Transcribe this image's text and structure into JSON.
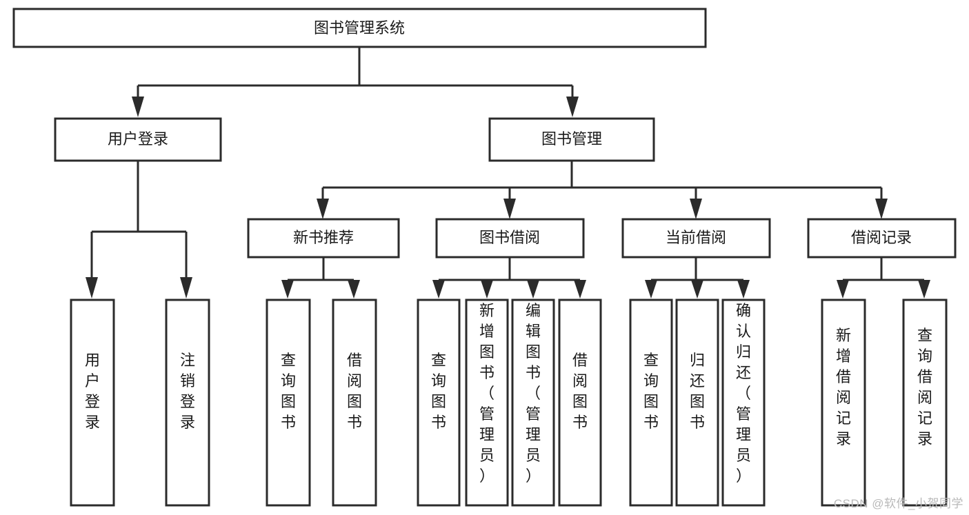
{
  "diagram": {
    "type": "tree-hierarchy",
    "title": "图书管理系统",
    "orientation": "top-down",
    "text_direction_leaf": "vertical",
    "colors": {
      "box_fill": "#ffffff",
      "box_stroke": "#2b2b2b",
      "text": "#1a1a1a",
      "background": "#ffffff",
      "watermark": "#b9b9b9"
    },
    "root": {
      "label": "图书管理系统"
    },
    "level2": [
      {
        "label": "用户登录"
      },
      {
        "label": "图书管理"
      }
    ],
    "level3": [
      {
        "label": "新书推荐"
      },
      {
        "label": "图书借阅"
      },
      {
        "label": "当前借阅"
      },
      {
        "label": "借阅记录"
      }
    ],
    "leaves": {
      "user_login": [
        {
          "label": "用户登录"
        },
        {
          "label": "注销登录"
        }
      ],
      "new_book_recommend": [
        {
          "label": "查询图书"
        },
        {
          "label": "借阅图书"
        }
      ],
      "book_borrow": [
        {
          "label": "查询图书"
        },
        {
          "label": "新增图书（管理员）"
        },
        {
          "label": "编辑图书（管理员）"
        },
        {
          "label": "借阅图书"
        }
      ],
      "current_borrow": [
        {
          "label": "查询图书"
        },
        {
          "label": "归还图书"
        },
        {
          "label": "确认归还（管理员）"
        }
      ],
      "borrow_records": [
        {
          "label": "新增借阅记录"
        },
        {
          "label": "查询借阅记录"
        }
      ]
    },
    "watermark": "CSDN @软件_小贺同学"
  }
}
